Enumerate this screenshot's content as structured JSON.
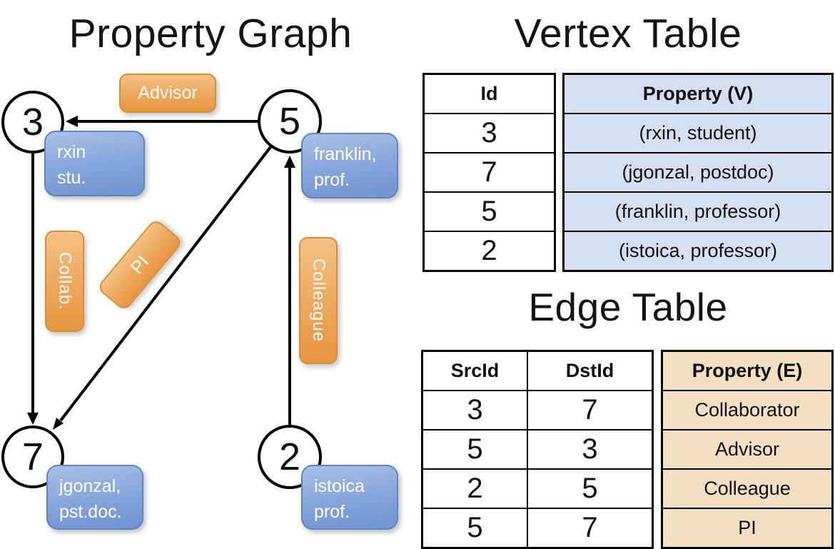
{
  "graph": {
    "title": "Property Graph",
    "vertices": [
      {
        "id": "3",
        "label": [
          "rxin",
          "stu."
        ]
      },
      {
        "id": "5",
        "label": [
          "franklin,",
          "prof."
        ]
      },
      {
        "id": "7",
        "label": [
          "jgonzal,",
          "pst.doc."
        ]
      },
      {
        "id": "2",
        "label": [
          "istoica",
          "prof."
        ]
      }
    ],
    "edge_labels": {
      "advisor": "Advisor",
      "collab": "Collab.",
      "pi": "PI",
      "colleague": "Colleague"
    }
  },
  "vertex_table": {
    "title": "Vertex Table",
    "headers": {
      "id": "Id",
      "property": "Property (V)"
    },
    "rows": [
      {
        "id": "3",
        "property": "(rxin, student)"
      },
      {
        "id": "7",
        "property": "(jgonzal, postdoc)"
      },
      {
        "id": "5",
        "property": "(franklin, professor)"
      },
      {
        "id": "2",
        "property": "(istoica, professor)"
      }
    ]
  },
  "edge_table": {
    "title": "Edge Table",
    "headers": {
      "src": "SrcId",
      "dst": "DstId",
      "property": "Property (E)"
    },
    "rows": [
      {
        "src": "3",
        "dst": "7",
        "property": "Collaborator"
      },
      {
        "src": "5",
        "dst": "3",
        "property": "Advisor"
      },
      {
        "src": "2",
        "dst": "5",
        "property": "Colleague"
      },
      {
        "src": "5",
        "dst": "7",
        "property": "PI"
      }
    ]
  },
  "colors": {
    "edge_label_fill": "#EDA75C",
    "edge_label_border": "#DB8D33",
    "vertex_label_fill": "#84A4DA",
    "vertex_label_border": "#5F84C2",
    "vertex_property_fill": "#D4DFF1",
    "edge_property_fill": "#F5DFC2",
    "line": "#000000",
    "text_on_boxes": "#FFFFFF"
  }
}
